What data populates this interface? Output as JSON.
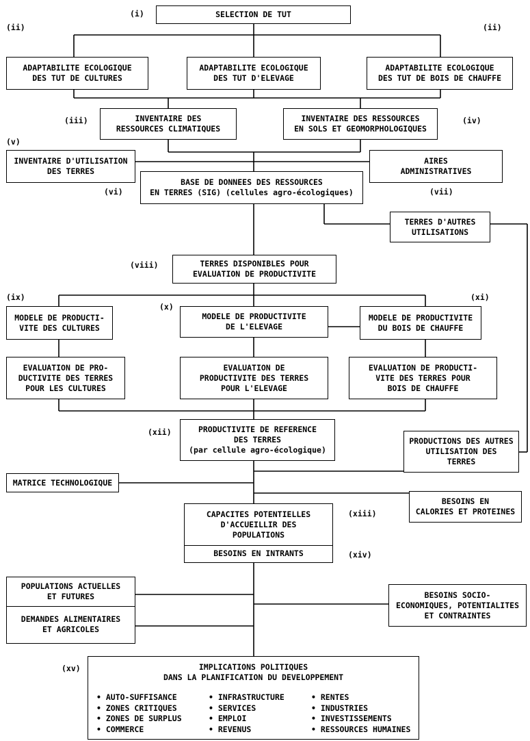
{
  "labels": {
    "i": "(i)",
    "ii_left": "(ii)",
    "ii_right": "(ii)",
    "iii": "(iii)",
    "iv": "(iv)",
    "v": "(v)",
    "vi": "(vi)",
    "vii": "(vii)",
    "viii": "(viii)",
    "ix": "(ix)",
    "x": "(x)",
    "xi": "(xi)",
    "xii": "(xii)",
    "xiii": "(xiii)",
    "xiv": "(xiv)",
    "xv": "(xv)"
  },
  "nodes": {
    "selection": "SELECTION DE TUT",
    "adapt_cultures": "ADAPTABILITE ECOLOGIQUE\nDES TUT DE CULTURES",
    "adapt_elevage": "ADAPTABILITE ECOLOGIQUE\nDES TUT D'ELEVAGE",
    "adapt_bois": "ADAPTABILITE ECOLOGIQUE\nDES TUT DE BOIS DE CHAUFFE",
    "inv_climat": "INVENTAIRE DES\nRESSOURCES CLIMATIQUES",
    "inv_sols": "INVENTAIRE DES RESSOURCES\nEN SOLS ET GEOMORPHOLOGIQUES",
    "inv_utilisation": "INVENTAIRE D'UTILISATION\nDES TERRES",
    "aires_admin": "AIRES\nADMINISTRATIVES",
    "base_donnees": "BASE DE DONNEES DES RESSOURCES\nEN TERRES (SIG) (cellules agro-écologiques)",
    "terres_autres": "TERRES D'AUTRES\nUTILISATIONS",
    "terres_dispo": "TERRES DISPONIBLES POUR\nEVALUATION DE PRODUCTIVITE",
    "modele_cultures": "MODELE DE PRODUCTI-\nVITE DES CULTURES",
    "modele_elevage": "MODELE DE PRODUCTIVITE\nDE L'ELEVAGE",
    "modele_bois": "MODELE DE PRODUCTIVITE\nDU BOIS DE CHAUFFE",
    "eval_cultures": "EVALUATION DE PRO-\nDUCTIVITE DES TERRES\nPOUR LES CULTURES",
    "eval_elevage": "EVALUATION DE\nPRODUCTIVITE DES TERRES\nPOUR L'ELEVAGE",
    "eval_bois": "EVALUATION DE PRODUCTI-\nVITE DES TERRES POUR\nBOIS DE CHAUFFE",
    "productivite_ref": "PRODUCTIVITE DE REFERENCE\nDES TERRES\n(par cellule agro-écologique)",
    "productions_autres": "PRODUCTIONS DES AUTRES\nUTILISATION DES\nTERRES",
    "matrice": "MATRICE TECHNOLOGIQUE",
    "besoins_calories": "BESOINS EN\nCALORIES ET PROTEINES",
    "capacites": "CAPACITES POTENTIELLES\nD'ACCUEILLIR DES\nPOPULATIONS",
    "besoins_intrants": "BESOINS EN INTRANTS",
    "populations": "POPULATIONS ACTUELLES\nET FUTURES",
    "demandes": "DEMANDES ALIMENTAIRES\nET AGRICOLES",
    "besoins_socio": "BESOINS SOCIO-\nECONOMIQUES, POTENTIALITES\nET CONTRAINTES"
  },
  "policy": {
    "title": "IMPLICATIONS POLITIQUES\nDANS LA PLANIFICATION DU DEVELOPPEMENT",
    "col1": [
      "AUTO-SUFFISANCE",
      "ZONES CRITIQUES",
      "ZONES DE SURPLUS",
      "COMMERCE"
    ],
    "col2": [
      "INFRASTRUCTURE",
      "SERVICES",
      "EMPLOI",
      "REVENUS"
    ],
    "col3": [
      "RENTES",
      "INDUSTRIES",
      "INVESTISSEMENTS",
      "RESSOURCES HUMAINES"
    ]
  }
}
